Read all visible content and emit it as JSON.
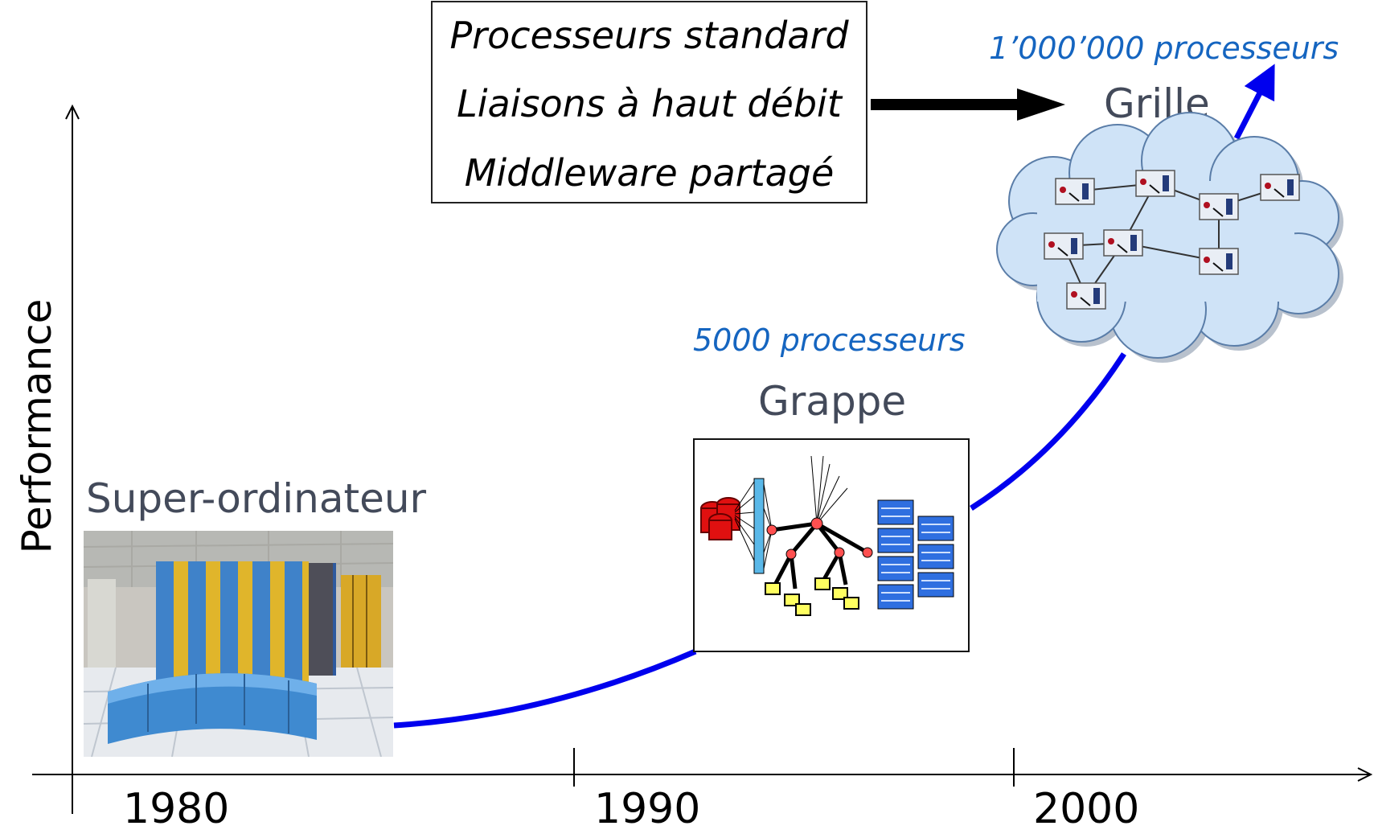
{
  "axes": {
    "y_label": "Performance",
    "x_ticks": [
      "1980",
      "1990",
      "2000"
    ]
  },
  "features_box": {
    "lines": [
      "Processeurs standard",
      "Liaisons à haut débit",
      "Middleware partagé"
    ]
  },
  "stages": [
    {
      "name": "Super-ordinateur",
      "processors": ""
    },
    {
      "name": "Grappe",
      "processors": "5000 processeurs"
    },
    {
      "name": "Grille",
      "processors": "1’000’000 processeurs"
    }
  ],
  "colors": {
    "curve": "#0000ee",
    "processor_text": "#1565c0",
    "stage_text": "#434a5a",
    "cloud_fill": "#cfe3f7",
    "cloud_stroke": "#5a7da8"
  },
  "icons": {
    "supercomputer": "supercomputer-photo",
    "cluster": "cluster-network-icon",
    "grid": "grid-cloud-icon",
    "arrow": "right-arrow-icon"
  }
}
